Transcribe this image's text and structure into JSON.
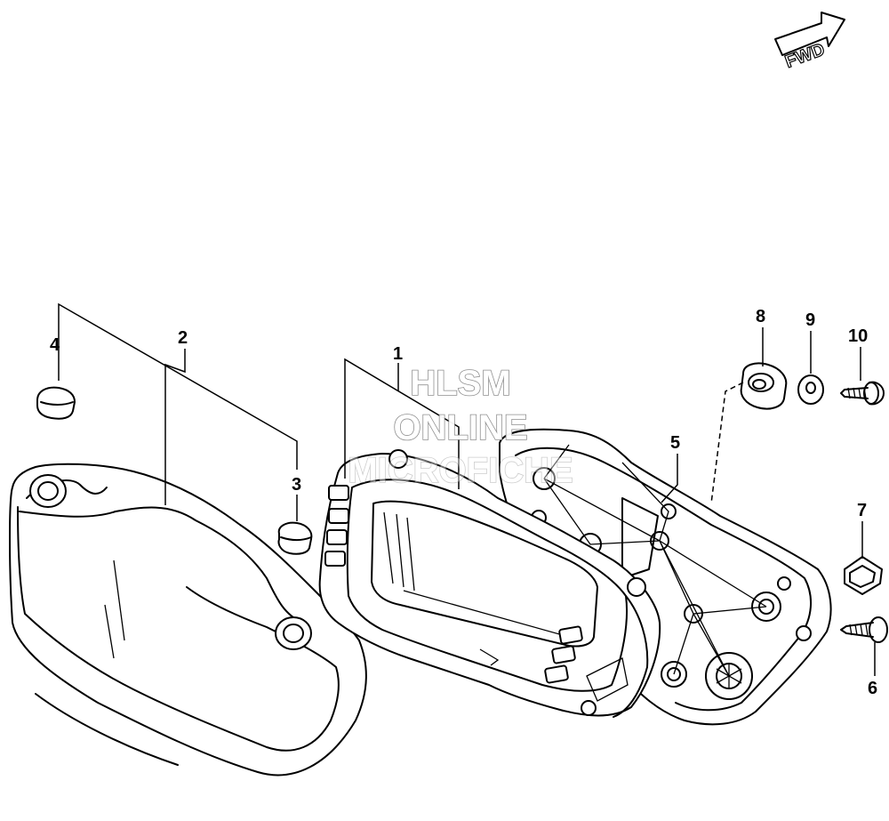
{
  "diagram": {
    "direction_badge": {
      "label": "FWD"
    },
    "callouts": [
      {
        "id": "1",
        "label": "1"
      },
      {
        "id": "2",
        "label": "2"
      },
      {
        "id": "3",
        "label": "3"
      },
      {
        "id": "4",
        "label": "4"
      },
      {
        "id": "5",
        "label": "5"
      },
      {
        "id": "6",
        "label": "6"
      },
      {
        "id": "7",
        "label": "7"
      },
      {
        "id": "8",
        "label": "8"
      },
      {
        "id": "9",
        "label": "9"
      },
      {
        "id": "10",
        "label": "10"
      }
    ],
    "watermark": {
      "line1": "HLSM",
      "line2": "ONLINE",
      "line3": "MICROFICHE"
    }
  }
}
